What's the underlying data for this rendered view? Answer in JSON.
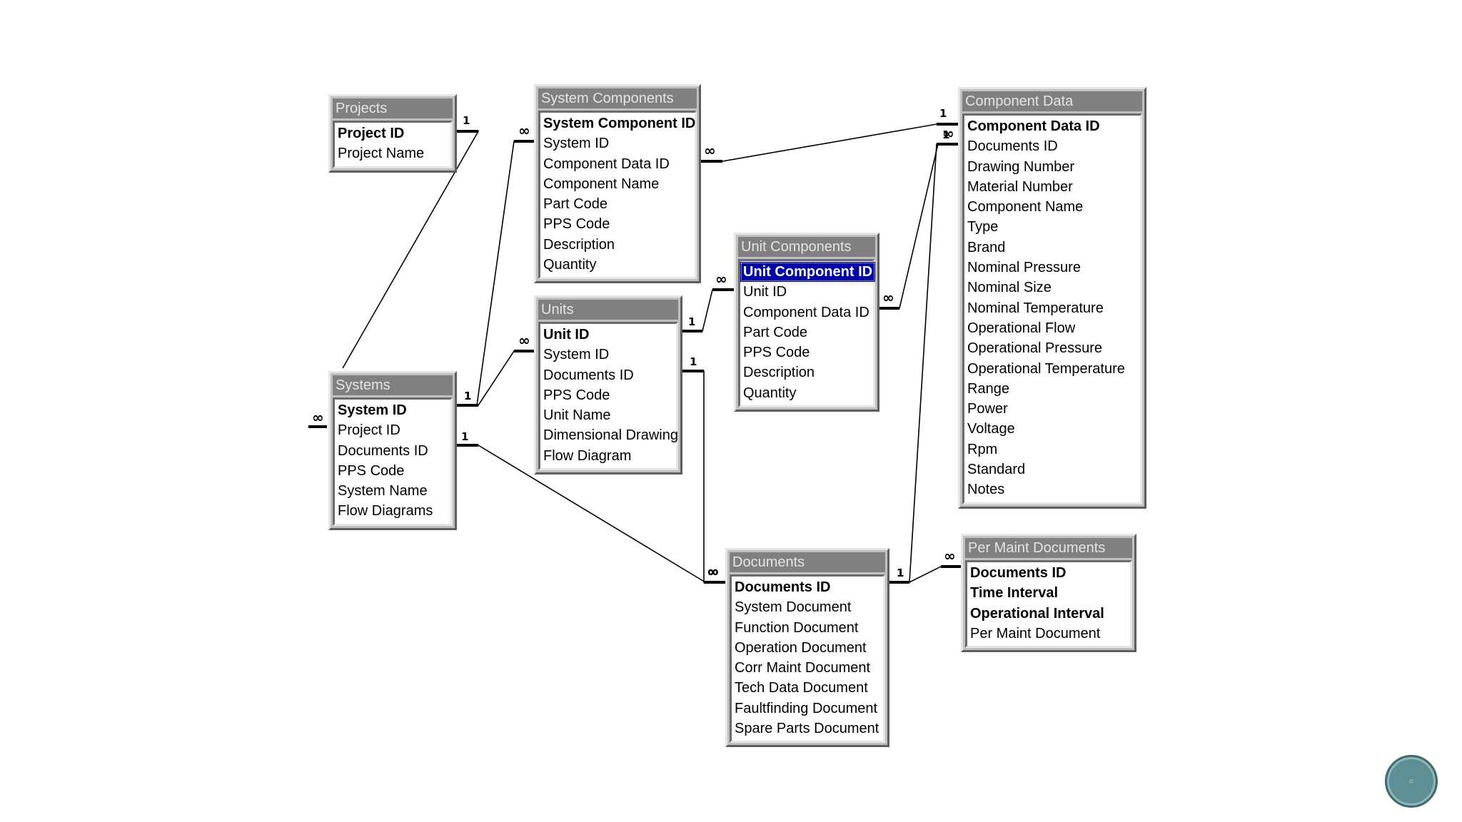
{
  "tables": {
    "projects": {
      "title": "Projects",
      "fields": [
        {
          "name": "Project ID",
          "pk": true
        },
        {
          "name": "Project Name"
        }
      ]
    },
    "system_components": {
      "title": "System Components",
      "fields": [
        {
          "name": "System Component ID",
          "pk": true
        },
        {
          "name": "System ID"
        },
        {
          "name": "Component Data ID"
        },
        {
          "name": "Component Name"
        },
        {
          "name": "Part Code"
        },
        {
          "name": "PPS Code"
        },
        {
          "name": "Description"
        },
        {
          "name": "Quantity"
        }
      ]
    },
    "component_data": {
      "title": "Component Data",
      "fields": [
        {
          "name": "Component Data ID",
          "pk": true
        },
        {
          "name": "Documents ID"
        },
        {
          "name": "Drawing Number"
        },
        {
          "name": "Material Number"
        },
        {
          "name": "Component Name"
        },
        {
          "name": "Type"
        },
        {
          "name": "Brand"
        },
        {
          "name": "Nominal Pressure"
        },
        {
          "name": "Nominal Size"
        },
        {
          "name": "Nominal Temperature"
        },
        {
          "name": "Operational Flow"
        },
        {
          "name": "Operational Pressure"
        },
        {
          "name": "Operational Temperature"
        },
        {
          "name": "Range"
        },
        {
          "name": "Power"
        },
        {
          "name": "Voltage"
        },
        {
          "name": "Rpm"
        },
        {
          "name": "Standard"
        },
        {
          "name": "Notes"
        }
      ]
    },
    "unit_components": {
      "title": "Unit Components",
      "fields": [
        {
          "name": "Unit Component ID",
          "pk": true,
          "selected": true
        },
        {
          "name": "Unit ID"
        },
        {
          "name": "Component Data ID"
        },
        {
          "name": "Part Code"
        },
        {
          "name": "PPS Code"
        },
        {
          "name": "Description"
        },
        {
          "name": "Quantity"
        }
      ]
    },
    "units": {
      "title": "Units",
      "fields": [
        {
          "name": "Unit ID",
          "pk": true
        },
        {
          "name": "System ID"
        },
        {
          "name": "Documents ID"
        },
        {
          "name": "PPS Code"
        },
        {
          "name": "Unit Name"
        },
        {
          "name": "Dimensional Drawing"
        },
        {
          "name": "Flow Diagram"
        }
      ]
    },
    "systems": {
      "title": "Systems",
      "fields": [
        {
          "name": "System ID",
          "pk": true
        },
        {
          "name": "Project ID"
        },
        {
          "name": "Documents ID"
        },
        {
          "name": "PPS Code"
        },
        {
          "name": "System Name"
        },
        {
          "name": "Flow Diagrams"
        }
      ]
    },
    "documents": {
      "title": "Documents",
      "fields": [
        {
          "name": "Documents ID",
          "pk": true
        },
        {
          "name": "System Document"
        },
        {
          "name": "Function Document"
        },
        {
          "name": "Operation Document"
        },
        {
          "name": "Corr Maint Document"
        },
        {
          "name": "Tech Data Document"
        },
        {
          "name": "Faultfinding Document"
        },
        {
          "name": "Spare Parts Document"
        }
      ]
    },
    "per_maint_documents": {
      "title": "Per Maint Documents",
      "fields": [
        {
          "name": "Documents ID",
          "pk": true
        },
        {
          "name": "Time Interval",
          "pk": true
        },
        {
          "name": "Operational Interval",
          "pk": true
        },
        {
          "name": "Per Maint Document"
        }
      ]
    }
  },
  "relationships": [
    {
      "from": "projects",
      "to": "systems",
      "one": "1",
      "many": "∞"
    },
    {
      "from": "systems",
      "to": "system_components",
      "one": "1",
      "many": "∞"
    },
    {
      "from": "systems",
      "to": "units",
      "one": "1",
      "many": "∞"
    },
    {
      "from": "systems",
      "to": "documents",
      "one": "1",
      "many": "∞"
    },
    {
      "from": "units",
      "to": "unit_components",
      "one": "1",
      "many": "∞"
    },
    {
      "from": "units",
      "to": "documents",
      "one": "1",
      "many": "∞"
    },
    {
      "from": "component_data",
      "to": "system_components",
      "one": "1",
      "many": "∞"
    },
    {
      "from": "component_data",
      "to": "unit_components",
      "one": "1",
      "many": "∞"
    },
    {
      "from": "documents",
      "to": "per_maint_documents",
      "one": "1",
      "many": "∞"
    },
    {
      "from": "documents",
      "to": "component_data",
      "one": "1",
      "many": "∞"
    }
  ],
  "colors": {
    "title_bg": "#808080",
    "title_fg": "#e4e4e4",
    "selection": "#0000a8",
    "frame": "#c0c0c0",
    "nav_button": "#5e8f94"
  },
  "nav_button": {
    "icon": "nav-circle-icon"
  }
}
